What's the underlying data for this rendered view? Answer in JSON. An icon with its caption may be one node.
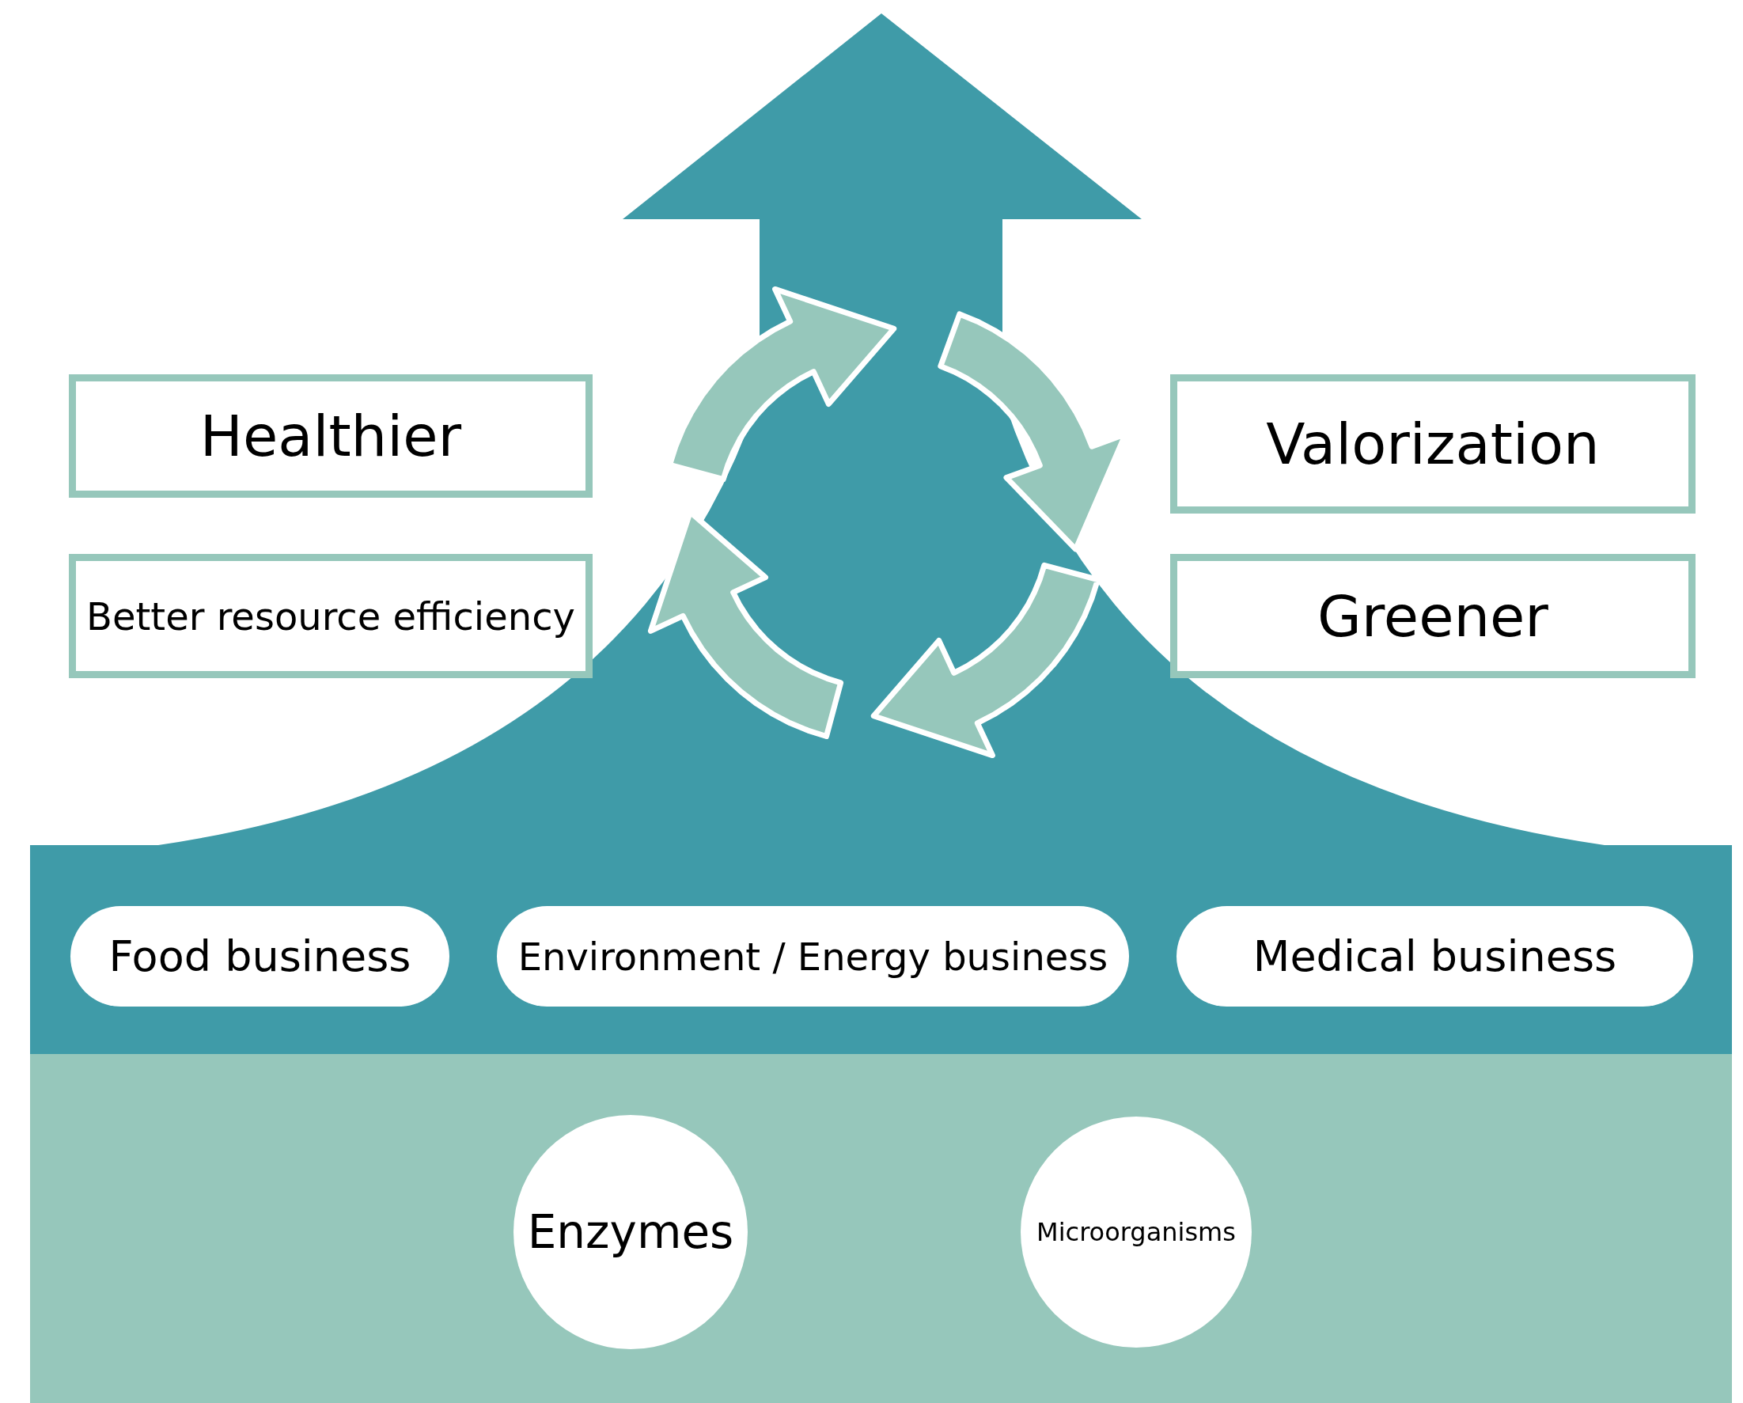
{
  "diagram": {
    "nodes": [
      {
        "text": [
          "Healthier"
        ]
      },
      {
        "text": [
          "Better resource efficiency"
        ]
      },
      {
        "text": [
          "Valorization"
        ]
      },
      {
        "text": [
          "Greener"
        ]
      },
      {
        "text": [
          "Food business"
        ]
      },
      {
        "text": [
          "Environment / Energy business"
        ]
      },
      {
        "text": [
          "Medical business"
        ]
      },
      {
        "text": [
          "Enzymes"
        ]
      },
      {
        "text": [
          "Microorganisms"
        ]
      }
    ],
    "edges": []
  }
}
